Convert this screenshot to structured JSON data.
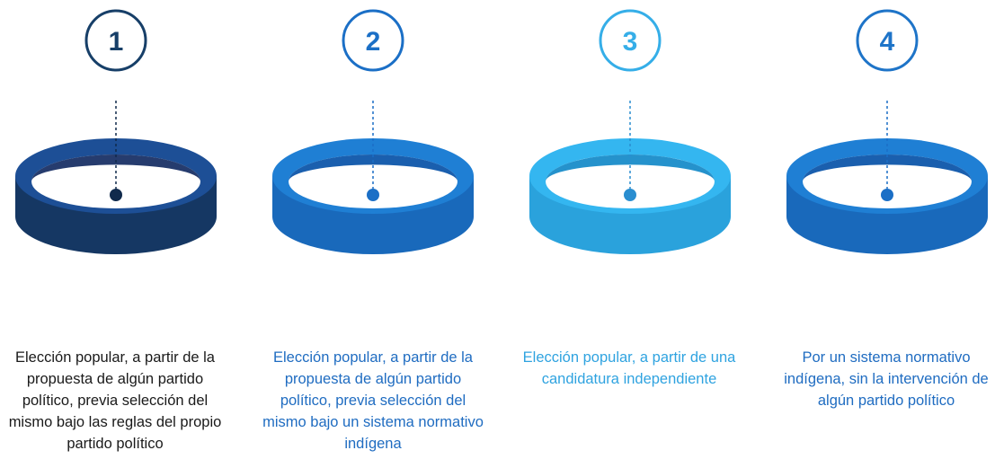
{
  "steps": [
    {
      "number": "1",
      "description": "Elección popular, a partir de la propuesta de algún partido político, previa selección del mismo bajo las reglas del propio partido político",
      "colors": {
        "badge": "#173f68",
        "ring_top": "#1d4f96",
        "ring_side": "#153763",
        "ring_inner": "#263c6e",
        "dot": "#102a4c",
        "text": "#1a1a1a"
      }
    },
    {
      "number": "2",
      "description": "Elección popular, a partir de la propuesta de algún partido político, previa selección del mismo bajo un sistema normativo indígena",
      "colors": {
        "badge": "#1b6fc6",
        "ring_top": "#1f7fd4",
        "ring_side": "#1969bb",
        "ring_inner": "#1a5fae",
        "dot": "#1b6fc6",
        "text": "#1f6cc1"
      }
    },
    {
      "number": "3",
      "description": "Elección popular, a partir de una candidatura independiente",
      "colors": {
        "badge": "#35aee8",
        "ring_top": "#34b6f0",
        "ring_side": "#2aa2dc",
        "ring_inner": "#2592cc",
        "dot": "#2a8ed0",
        "text": "#2fa3e0"
      }
    },
    {
      "number": "4",
      "description": "Por un sistema normativo indígena, sin la intervención de algún partido político",
      "colors": {
        "badge": "#1e74c8",
        "ring_top": "#1f7fd4",
        "ring_side": "#1969bb",
        "ring_inner": "#1a5fae",
        "dot": "#1b6fc6",
        "text": "#1f6cc1"
      }
    }
  ]
}
